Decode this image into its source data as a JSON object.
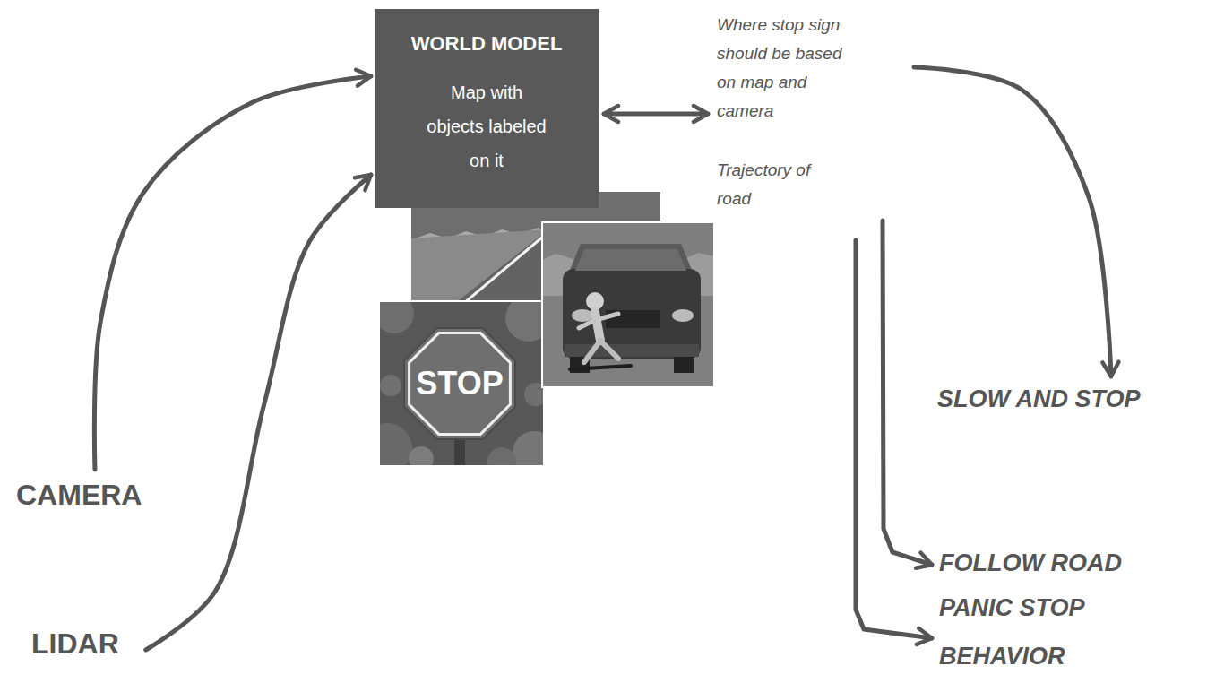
{
  "diagram": {
    "nodes": [
      {
        "text": [
          "WORLD MODEL",
          "Map with objects labeled on it"
        ]
      },
      {
        "text": [
          "Where stop sign should be based on map and camera",
          "Trajectory of road"
        ]
      },
      {
        "text": [
          "SLOW AND STOP"
        ]
      },
      {
        "text": [
          "CAMERA"
        ]
      },
      {
        "text": [
          "FOLLOW ROAD"
        ]
      },
      {
        "text": [
          "PANIC STOP BEHAVIOR"
        ]
      },
      {
        "text": [
          "LIDAR"
        ]
      }
    ],
    "edges": [
      {
        "from": 3,
        "to": 0,
        "arrow": "to"
      },
      {
        "from": 6,
        "to": 0,
        "arrow": "to"
      },
      {
        "from": 0,
        "to": 1,
        "arrow": "both"
      },
      {
        "from": 1,
        "to": 2,
        "arrow": "to"
      },
      {
        "from": 1,
        "to": 4,
        "arrow": "to"
      },
      {
        "from": 1,
        "to": 5,
        "arrow": "to"
      }
    ],
    "labels": [
      "STOP"
    ]
  }
}
